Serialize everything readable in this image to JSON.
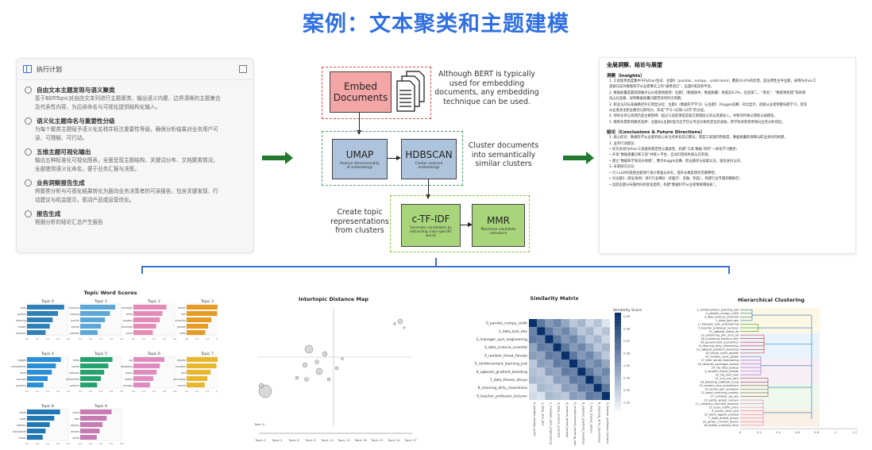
{
  "title": "案例：文本聚类和主题建模",
  "plan": {
    "header": "执行计划",
    "steps": [
      {
        "title": "自由文本主题发现与语义聚类",
        "desc": [
          "基于BERTopic对自由文本列进行主题聚类、输出语义内聚、边界清晰的主题集合",
          "及代表性内容，为后续命名与可视化提供结构化输入。"
        ]
      },
      {
        "title": "语义化主题命名与重要性分级",
        "desc": [
          "为每个聚类主题赋予语义化名称并标注重要性等级，确保分析结果对业务用户可",
          "读、可理解、可行动。"
        ]
      },
      {
        "title": "五维主题可视化输出",
        "desc": [
          "输出五种标准化可视化图表，全面呈现主题结构、关键词分布、文档聚类情况，",
          "全部使用语义化命名，便于业务汇报与决策。"
        ]
      },
      {
        "title": "业务洞察报告生成",
        "desc": [
          "将聚类分析与可视化结果转化为面向业务决策者的可读报告，包含关键发现、行",
          "动建议与机会提示，驱动产品或运营优化。"
        ]
      },
      {
        "title": "报告生成",
        "desc": [
          "根据分析的结论汇总产生报告"
        ]
      }
    ]
  },
  "pipeline": {
    "embed": {
      "label": "Embed\nDocuments"
    },
    "embed_note": "Although BERT is typically\nused for embedding\ndocuments, any embedding\ntechnique can be used.",
    "umap": {
      "label": "UMAP",
      "sub": "Reduce dimensionality\nof embeddings"
    },
    "hdbscan": {
      "label": "HDBSCAN",
      "sub": "Cluster reduced\nembeddings"
    },
    "cluster_note": "Cluster documents\ninto semantically\nsimilar clusters",
    "ctfidf": {
      "label": "c-TF-IDF",
      "sub": "Generate candidates by\nextracting class-specific\nwords"
    },
    "mmr": {
      "label": "MMR",
      "sub": "Maximize candidate\nrelevance"
    },
    "topic_note": "Create topic\nrepresentations\nfrom clusters"
  },
  "report": {
    "h1": "全局洞察、结论与展望",
    "sections": [
      {
        "heading": "洞察（Insights）",
        "paras": [
          "1. 工具使用高度集中于Python生态：主题0（pandas、numpy、scikit-learn）覆盖19.6%的反馈，是压倒性主导主题，表明Python工",
          "具链已成为数据科学从业者事实上的“通用语言”，远超R或其他平台。",
          "2. 数据质量是最高频痛点与价值落地瓶颈：主题1（数据缺失、数据质量）涵盖近8.2%，位居第二，“清洗”、“数据预处理”等高频",
          "词占比显著，说明数据质量问题贯穿项目全周期。",
          "3. 职业认同与发展路径存在明显分化：主题3（数据科学学习）与主题5（Kaggle竞赛）对比显示，初级从业者侧重技能学习，资深",
          "从业者关注职业路径与影响力，形成“学习→实践→认可”的分层。",
          "4. 领导支持与资源仍是主要阻碍：超过三成反馈提及缺乏管理层认同与资源投入，导致项目难以落地与规模化。",
          "5. 教育背景影响路径选择：主题8与主题9显示出学历与专业对角色定位的关联，跨学科背景者更倾向业务分析岗位。"
        ]
      },
      {
        "heading": "结论（Conclusions & Future Directions）",
        "paras": [
          "1. 核心结论：数据科学从业者的核心关注点并非前沿算法，而是工具链的熟练度、数据质量的保障与职业身份的构建。",
          "2. 业务行动建议：",
          "• 优先优化Python工具链的稳定性与兼容性，构建“工具-数据-项目”一体化学习路径；",
          "• 开发“数据质量诊断工具”并嵌入平台，自动识别缺失值与异常值；",
          "• 建立“数据科学家成长地图”，整合Kaggle竞赛、职业路径与技能认证，强化身份认同。",
          "3. 未来研究方向：",
          "• 引入LLM对低频主题进行语义增强与命名，提升长尾反馈的可解释性；",
          "• 对主题3（职业角色）进行行业细分（如医疗、金融、制造），构建行业专属洞察报告；",
          "• 追踪主题分布随时间的变化趋势，构建“数据科学从业者情绪晴雨表”。"
        ]
      }
    ]
  },
  "charts": {
    "topic_word_scores": {
      "title": "Topic Word Scores",
      "panels": [
        {
          "name": "Topic 0",
          "color": "#2f7fb8",
          "words": [
            "data",
            "python",
            "learning",
            "model",
            "analysis"
          ],
          "values": [
            0.9,
            0.75,
            0.62,
            0.55,
            0.45
          ]
        },
        {
          "name": "Topic 1",
          "color": "#5aa7d8",
          "words": [
            "cleaning",
            "missing",
            "quality",
            "values",
            "process"
          ],
          "values": [
            0.85,
            0.72,
            0.6,
            0.5,
            0.42
          ]
        },
        {
          "name": "Topic 2",
          "color": "#e58ab6",
          "words": [
            "manager",
            "team",
            "support",
            "business",
            "value"
          ],
          "values": [
            0.8,
            0.7,
            0.64,
            0.55,
            0.47
          ]
        },
        {
          "name": "Topic 3",
          "color": "#e89b23",
          "words": [
            "career",
            "role",
            "scientist",
            "growth",
            "skills"
          ],
          "values": [
            0.88,
            0.74,
            0.6,
            0.52,
            0.45
          ]
        },
        {
          "name": "Topic 4",
          "color": "#2a8fd6",
          "words": [
            "kaggle",
            "competition",
            "learn",
            "courses",
            "practice"
          ],
          "values": [
            0.82,
            0.7,
            0.6,
            0.5,
            0.4
          ]
        },
        {
          "name": "Topic 5",
          "color": "#24a36e",
          "words": [
            "deep",
            "neural",
            "network",
            "tensorflow",
            "pytorch"
          ],
          "values": [
            0.78,
            0.68,
            0.58,
            0.5,
            0.41
          ]
        },
        {
          "name": "Topic 6",
          "color": "#e08bc0",
          "words": [
            "sql",
            "database",
            "query",
            "tables",
            "storage"
          ],
          "values": [
            0.75,
            0.64,
            0.56,
            0.48,
            0.4
          ]
        },
        {
          "name": "Topic 7",
          "color": "#e7b72e",
          "words": [
            "degree",
            "masters",
            "phd",
            "education",
            "course"
          ],
          "values": [
            0.86,
            0.72,
            0.58,
            0.5,
            0.44
          ]
        },
        {
          "name": "Topic 8",
          "color": "#1f78b4",
          "words": [
            "visual",
            "plots",
            "tableau",
            "dashboard",
            "charts"
          ],
          "values": [
            0.8,
            0.66,
            0.55,
            0.45,
            0.38
          ]
        },
        {
          "name": "Topic 9",
          "color": "#c77bb2",
          "words": [
            "cloud",
            "aws",
            "deploy",
            "docker",
            "spark"
          ],
          "values": [
            0.76,
            0.64,
            0.54,
            0.47,
            0.4
          ]
        }
      ]
    },
    "intertopic": {
      "title": "Intertopic Distance Map",
      "slider_labels": [
        "Topic 0",
        "Topic 3",
        "Topic 6",
        "Topic 9",
        "Topic 12",
        "Topic 15",
        "Topic 18",
        "Topic 21",
        "Topic 24",
        "Topic 27"
      ]
    },
    "similarity": {
      "title": "Similarity Matrix",
      "legend_title": "Similarity Score",
      "labels": [
        "0_pandas_numpy_scikit",
        "1_data_lack_dev",
        "2_manager_sym_engineering",
        "3_data_science_scientist",
        "4_random_forest_forests",
        "5_reinforcement_learning_just",
        "6_xgboost_gradient_boosting",
        "7_data_theses_ativyo",
        "8_cleaning_dirty_cleanliness",
        "9_teacher_professor_lecturer"
      ],
      "scale_ticks": [
        "0.99",
        "0.98",
        "0.97",
        "0.96",
        "0.95",
        "0.94",
        "0.93",
        "0.92"
      ]
    },
    "hierarchical": {
      "title": "Hierarchical Clustering",
      "leaves": [
        "1_reinforcement_learning_just",
        "0_pandas_numpy_scikit",
        "3_data_science_scientist",
        "1_data_lack_dev",
        "2_manager_sym_engineering",
        "5_teacher_professor_lecturer",
        "11_xgboost_boost_ds",
        "19_predicting_edu_stud_ad",
        "18_clustering_kmeans_hier",
        "26_government_economics",
        "6_cleaning_dirty_cleanliness",
        "14_xgboost_gradient_boosting",
        "16_tensor_torch_paddle",
        "20_models_cycle_global",
        "17_time_series_forecasting",
        "26_libraries_packages_sorted",
        "24_hol_bibo_lookup",
        "4_random_forest_forests",
        "22_nlp_bert_text",
        "21_cnn_cnn_bert",
        "18_boosting_catboost_sung",
        "13_careers_cars_investment",
        "23_kernel_perl_pungeon",
        "12_teach_teaching_mentor",
        "27_compiler_pg_ops",
        "13_safety_graph_sumary",
        "17_company_founded_masters",
        "15_scale_traffic_price",
        "9_career_ultra_vice",
        "22_plant_agaulo_prompt",
        "7_data_theses_ativyo",
        "20_power_convert_theory",
        "18_ladder_machine_time"
      ],
      "x_ticks": [
        "0",
        "0.2",
        "0.4",
        "0.6",
        "0.8",
        "1",
        "1.2"
      ]
    }
  }
}
